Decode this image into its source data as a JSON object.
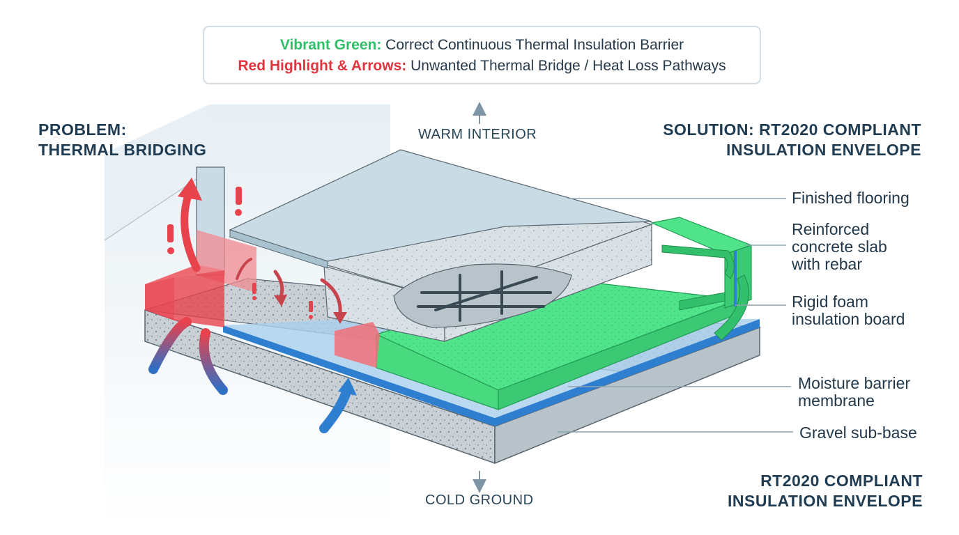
{
  "legend": {
    "green_key": "Vibrant Green:",
    "green_text": " Correct Continuous Thermal Insulation Barrier",
    "red_key": "Red Highlight & Arrows:",
    "red_text": " Unwanted Thermal Bridge / Heat Loss Pathways"
  },
  "problem": {
    "line1": "PROBLEM:",
    "line2": "THERMAL BRIDGING"
  },
  "solution": {
    "line1": "SOLUTION: RT2020 COMPLIANT",
    "line2": "INSULATION ENVELOPE"
  },
  "footer": {
    "line1": "RT2020 COMPLIANT",
    "line2": "INSULATION ENVELOPE"
  },
  "axis": {
    "top": "WARM INTERIOR",
    "bottom": "COLD GROUND"
  },
  "callouts": {
    "flooring": "Finished flooring",
    "slab": [
      "Reinforced",
      "concrete slab",
      "with rebar"
    ],
    "foam": [
      "Rigid foam",
      "insulation board"
    ],
    "membrane": [
      "Moisture barrier",
      "membrane"
    ],
    "gravel": "Gravel sub-base"
  },
  "colors": {
    "insulation_green": "#4fe38a",
    "thermal_bridge_red": "#e8424c",
    "membrane_blue": "#2f7fd0",
    "concrete_grey": "#cfd8de",
    "flooring_blue": "#c9dce6"
  }
}
